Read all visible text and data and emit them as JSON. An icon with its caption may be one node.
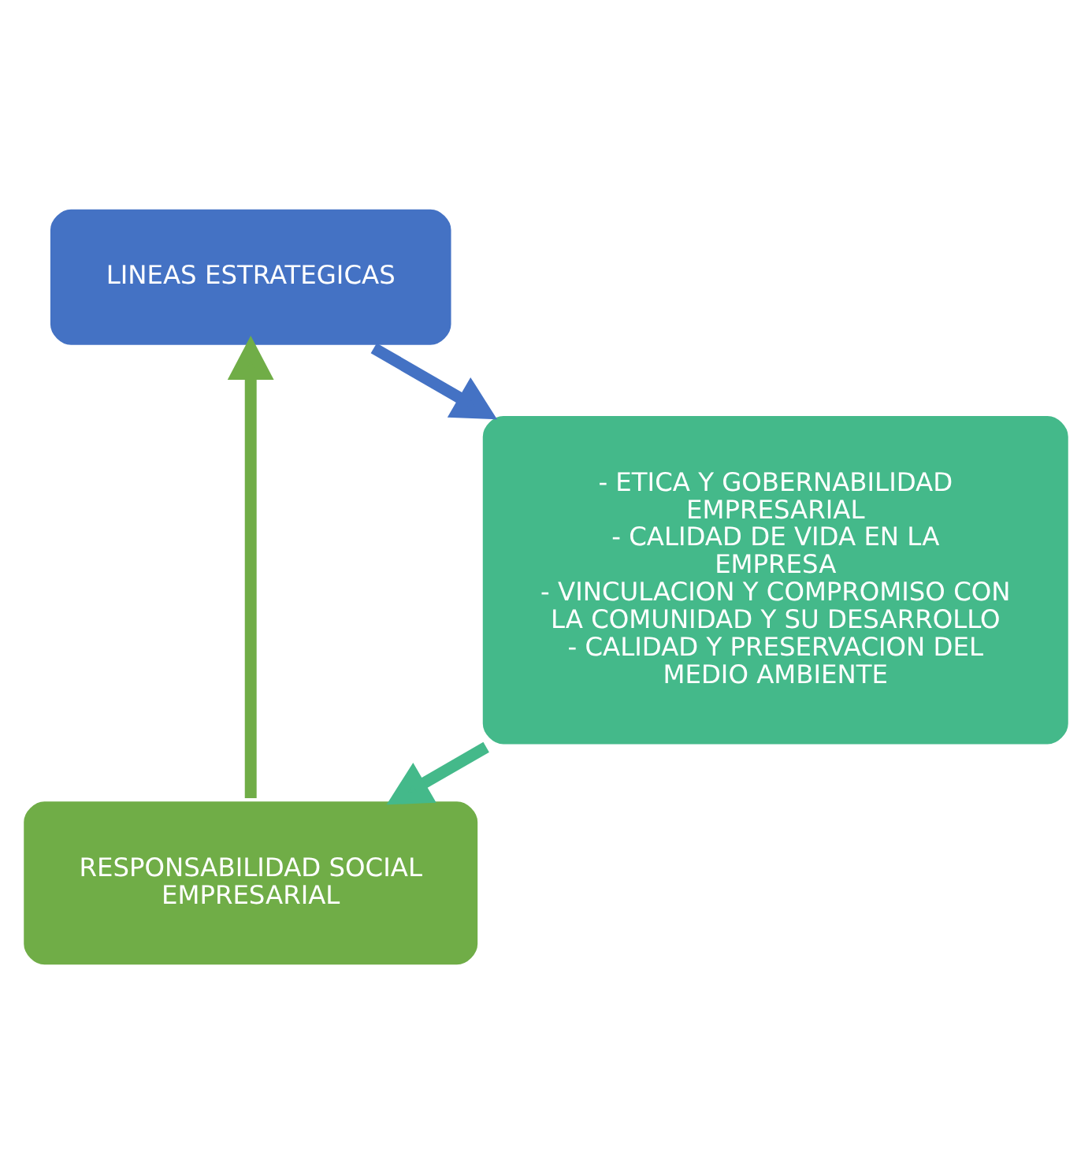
{
  "diagram": {
    "nodes": [
      {
        "text": [
          "RESPONSABILIDAD SOCIAL EMPRESARIAL"
        ]
      },
      {
        "text": [
          "LINEAS ESTRATEGICAS"
        ]
      },
      {
        "text": [
          "- ETICA Y GOBERNABILIDAD EMPRESARIAL",
          "- CALIDAD DE VIDA EN LA EMPRESA",
          "- VINCULACION Y COMPROMISO CON LA COMUNIDAD Y SU DESARROLLO",
          "- CALIDAD Y PRESERVACION DEL MEDIO AMBIENTE"
        ]
      }
    ],
    "edges": [
      {
        "from": 0,
        "to": 1,
        "arrow": "to",
        "color": "#70ad47"
      },
      {
        "from": 1,
        "to": 2,
        "arrow": "to",
        "color": "#4472c4"
      },
      {
        "from": 2,
        "to": 0,
        "arrow": "to",
        "color": "#44b98a"
      }
    ]
  }
}
